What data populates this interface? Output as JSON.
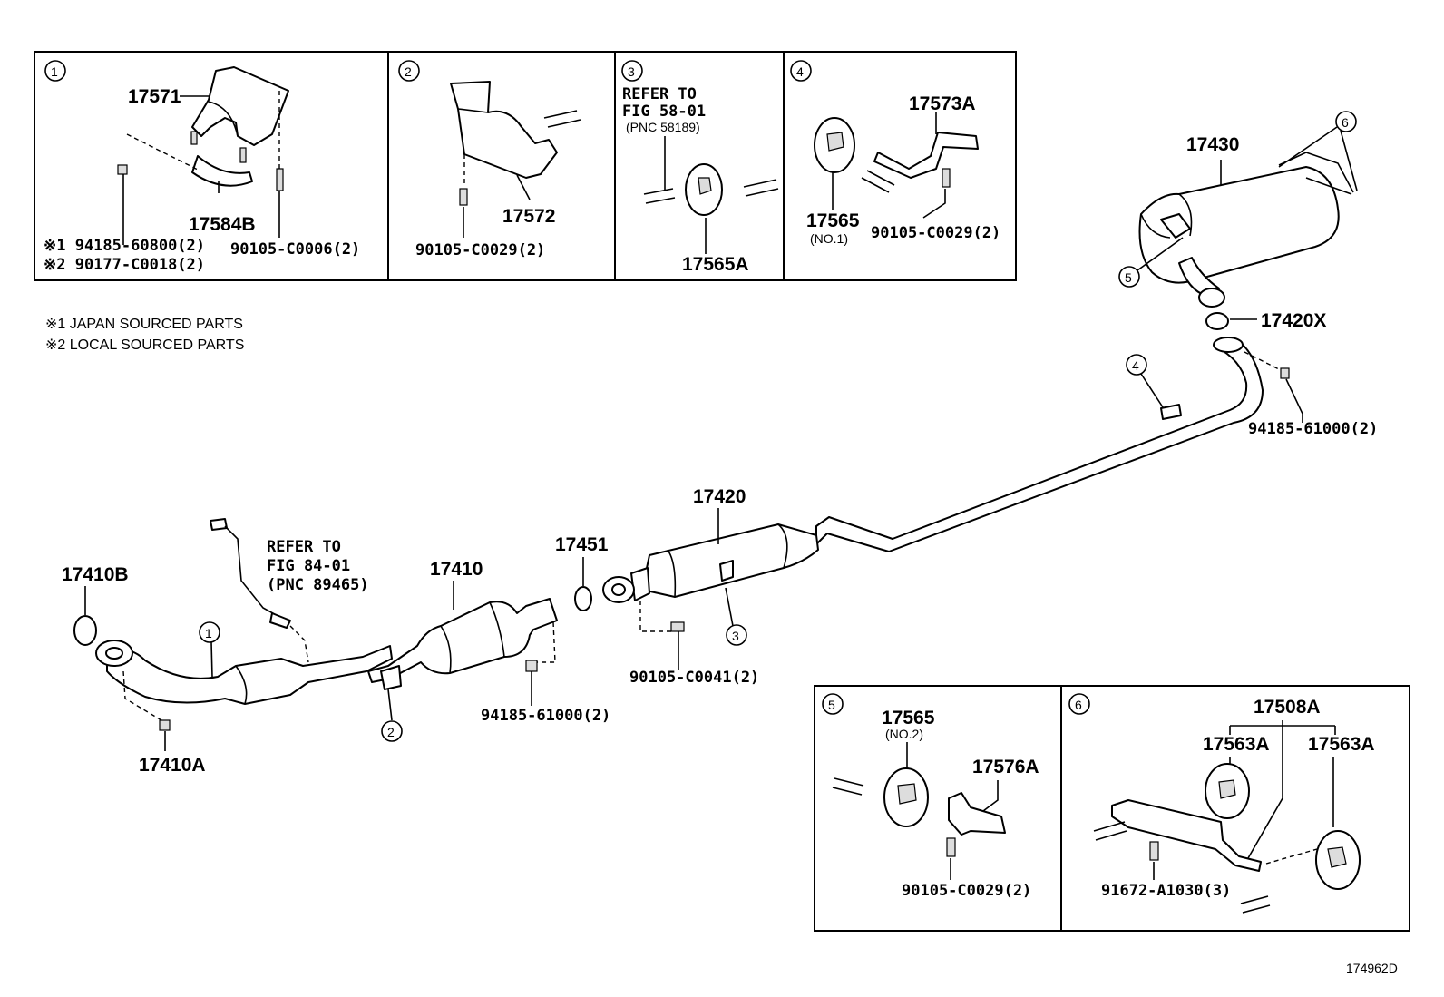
{
  "notes": {
    "japan": "※1 JAPAN SOURCED PARTS",
    "local": "※2 LOCAL SOURCED PARTS"
  },
  "figure_id": "174962D",
  "callouts": [
    "1",
    "2",
    "3",
    "4",
    "5",
    "6"
  ],
  "box1": {
    "p17571": "17571",
    "p17584B": "17584B",
    "p94185_60800": "※1 94185-60800(2)",
    "p90177_C0018": "※2 90177-C0018(2)",
    "p90105_C0006": "90105-C0006(2)"
  },
  "box2": {
    "p17572": "17572",
    "p90105_C0029": "90105-C0029(2)"
  },
  "box3": {
    "refer_line1": "REFER TO",
    "refer_line2": "FIG 58-01",
    "refer_line3": "(PNC 58189)",
    "p17565A": "17565A"
  },
  "box4": {
    "p17573A": "17573A",
    "p17565": "17565",
    "p17565_sub": "(NO.1)",
    "p90105_C0029": "90105-C0029(2)"
  },
  "box5": {
    "p17565": "17565",
    "p17565_sub": "(NO.2)",
    "p17576A": "17576A",
    "p90105_C0029": "90105-C0029(2)"
  },
  "box6": {
    "p17508A": "17508A",
    "p17563A_left": "17563A",
    "p17563A_right": "17563A",
    "p91672_A1030": "91672-A1030(3)"
  },
  "main": {
    "p17430": "17430",
    "p17420X": "17420X",
    "p94185_61000_rear": "94185-61000(2)",
    "p17420": "17420",
    "p17451": "17451",
    "p17410": "17410",
    "p17410B": "17410B",
    "p17410A": "17410A",
    "p94185_61000_mid": "94185-61000(2)",
    "p90105_C0041": "90105-C0041(2)",
    "sensor_refer1": "REFER TO",
    "sensor_refer2": "FIG 84-01",
    "sensor_refer3": "(PNC 89465)"
  }
}
